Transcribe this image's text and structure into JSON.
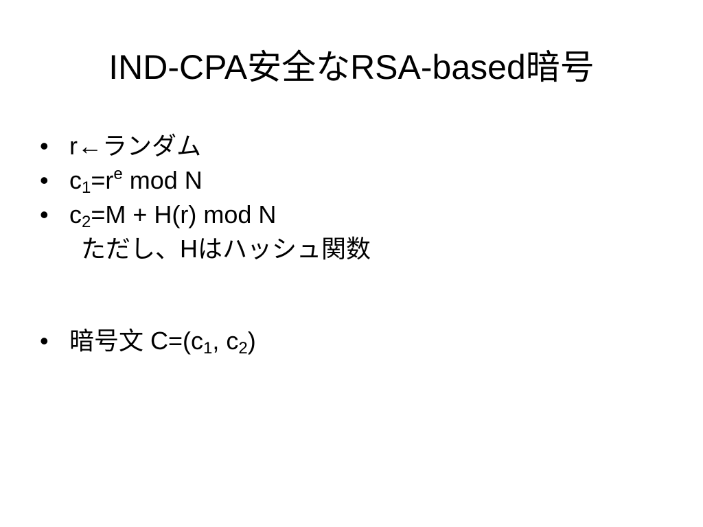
{
  "slide": {
    "title": "IND-CPA安全なRSA-based暗号",
    "bullet_symbol": "•",
    "items": [
      {
        "kind": "plain",
        "text": "r←ランダム"
      },
      {
        "kind": "c1",
        "base": "c",
        "sub": "1",
        "eq": "=r",
        "sup": "e",
        "tail": " mod N"
      },
      {
        "kind": "c2",
        "base": "c",
        "sub": "2",
        "tail": "=M + H(r) mod N"
      },
      {
        "kind": "note",
        "text": "ただし、Hはハッシュ関数"
      },
      {
        "kind": "ct",
        "lead": "暗号文 C=(c",
        "sub1": "1",
        "mid": ", c",
        "sub2": "2",
        "tail": ")"
      }
    ]
  }
}
